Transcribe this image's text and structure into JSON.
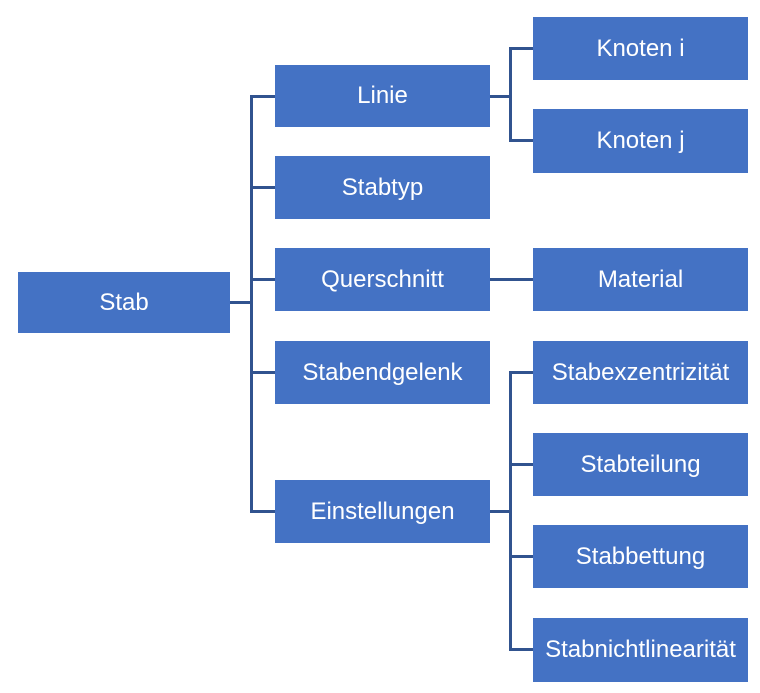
{
  "colors": {
    "box_fill": "#4472C4",
    "box_text": "#FFFFFF",
    "connector": "#31538F",
    "background": "#FFFFFF"
  },
  "nodes": {
    "stab": {
      "label": "Stab"
    },
    "linie": {
      "label": "Linie"
    },
    "stabtyp": {
      "label": "Stabtyp"
    },
    "querschnitt": {
      "label": "Querschnitt"
    },
    "stabendgelenk": {
      "label": "Stabendgelenk"
    },
    "einstellungen": {
      "label": "Einstellungen"
    },
    "knoten_i": {
      "label": "Knoten i"
    },
    "knoten_j": {
      "label": "Knoten j"
    },
    "material": {
      "label": "Material"
    },
    "stabexzentrizitaet": {
      "label": "Stabexzentrizität"
    },
    "stabteilung": {
      "label": "Stabteilung"
    },
    "stabbettung": {
      "label": "Stabbettung"
    },
    "stabnichtlinearitaet": {
      "label": "Stabnichtlinearität"
    }
  },
  "hierarchy": {
    "Stab": {
      "Linie": [
        "Knoten i",
        "Knoten j"
      ],
      "Stabtyp": [],
      "Querschnitt": [
        "Material"
      ],
      "Stabendgelenk": [],
      "Einstellungen": [
        "Stabexzentrizität",
        "Stabteilung",
        "Stabbettung",
        "Stabnichtlinearität"
      ]
    }
  }
}
